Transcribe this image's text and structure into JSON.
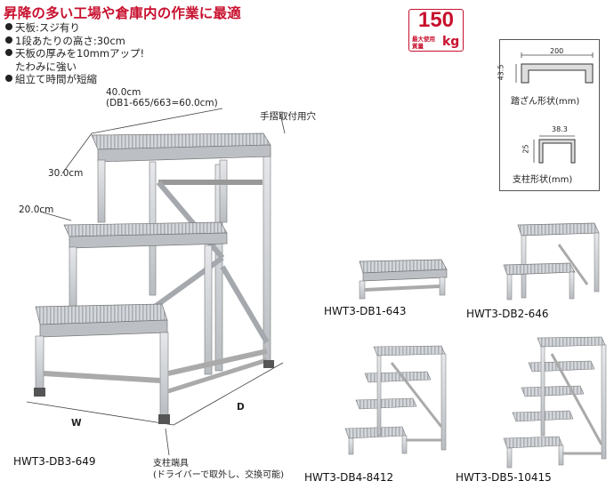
{
  "headline": "昇降の多い工場や倉庫内の作業に最適",
  "features": [
    {
      "text": "天板:スジ有り",
      "bullet": true
    },
    {
      "text": "1段あたりの高さ:30cm",
      "bullet": true
    },
    {
      "text": "天板の厚みを10mmアップ!",
      "bullet": true
    },
    {
      "text": "たわみに強い",
      "bullet": false
    },
    {
      "text": "組立て時間が短縮",
      "bullet": true
    }
  ],
  "load": {
    "value": "150",
    "unit": "kg",
    "caption_line1": "最大使用",
    "caption_line2": "質量"
  },
  "profiles": {
    "tread_width": "200",
    "tread_height": "43.5",
    "tread_label": "踏ざん形状(mm)",
    "post_width": "38.3",
    "post_height": "25",
    "post_label": "支柱形状(mm)"
  },
  "main_diagram": {
    "top_dim_line1": "40.0cm",
    "top_dim_line2": "(DB1-665/663=60.0cm)",
    "handrail_label": "手摺取付用穴",
    "height_dim": "30.0cm",
    "depth_dim": "20.0cm",
    "width_label": "W",
    "depth_label": "D",
    "foot_label_line1": "支柱端具",
    "foot_label_line2": "(ドライバーで取外し、交換可能)",
    "model": "HWT3-DB3-649"
  },
  "models": [
    {
      "name": "HWT3-DB1-643"
    },
    {
      "name": "HWT3-DB2-646"
    },
    {
      "name": "HWT3-DB4-8412"
    },
    {
      "name": "HWT3-DB5-10415"
    }
  ],
  "colors": {
    "accent": "#c8102e",
    "metal": "#c9ccd0",
    "metal_dark": "#8a8e93"
  }
}
